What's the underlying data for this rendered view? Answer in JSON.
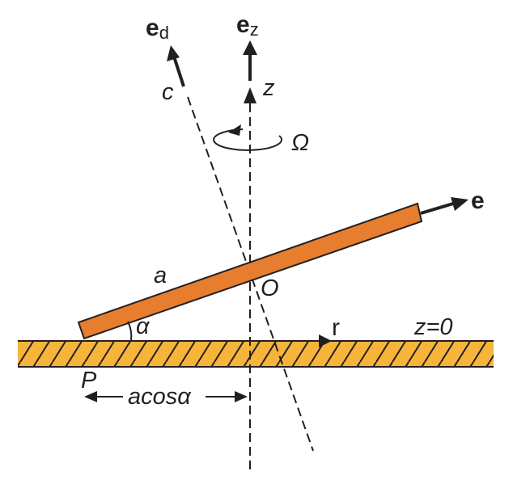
{
  "labels": {
    "ed_main": "e",
    "ed_sub": "d",
    "ez_main": "e",
    "ez_sub": "z",
    "z_axis": "z",
    "c_axis": "c",
    "omega": "Ω",
    "e_vec": "e",
    "a": "a",
    "O": "O",
    "alpha": "α",
    "r": "r",
    "z0": "z=0",
    "P": "P",
    "acos_alpha": "acosα"
  },
  "colors": {
    "stroke": "#231f20",
    "rod_fill": "#e77d2e",
    "ground_fill": "#f6b53a",
    "background": "#ffffff"
  }
}
